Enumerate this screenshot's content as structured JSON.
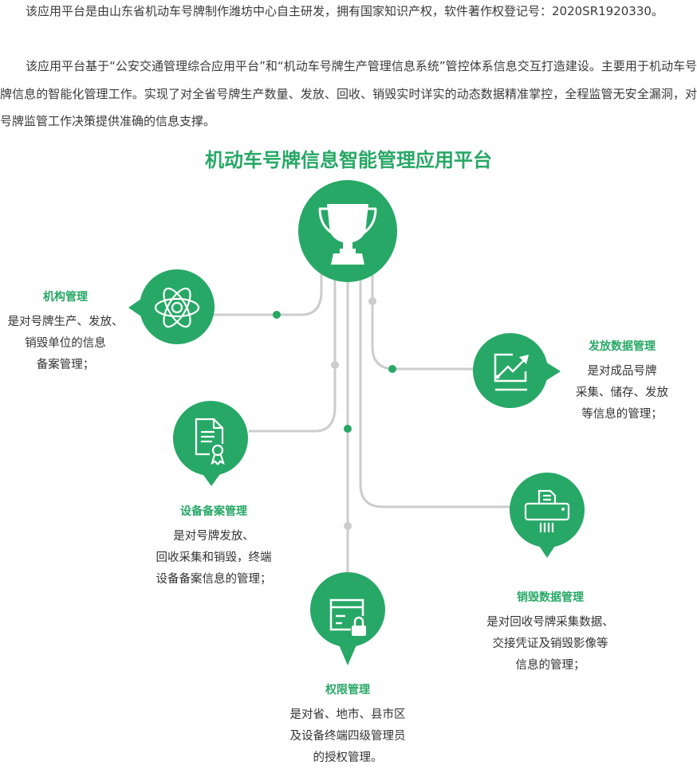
{
  "intro": {
    "paragraph1": "该应用平台是由山东省机动车号牌制作潍坊中心自主研发，拥有国家知识产权，软件著作权登记号：2020SR1920330。",
    "paragraph2": "该应用平台基于“公安交通管理综合应用平台”和“机动车号牌生产管理信息系统”管控体系信息交互打造建设。主要用于机动车号牌信息的智能化管理工作。实现了对全省号牌生产数量、发放、回收、销毁实时详实的动态数据精准掌控，全程监管无安全漏洞，对号牌监管工作决策提供准确的信息支撑。"
  },
  "title": "机动车号牌信息智能管理应用平台",
  "colors": {
    "accent": "#27a866",
    "line": "#cccccc"
  },
  "center_icon": "trophy-icon",
  "modules": [
    {
      "icon": "atom-icon",
      "title": "机构管理",
      "lines": [
        "是对号牌生产、发放、",
        "销毁单位的信息",
        "备案管理；"
      ]
    },
    {
      "icon": "chart-icon",
      "title": "发放数据管理",
      "lines": [
        "是对成品号牌",
        "采集、储存、发放",
        "等信息的管理；"
      ]
    },
    {
      "icon": "certificate-icon",
      "title": "设备备案管理",
      "lines": [
        "是对号牌发放、",
        "回收采集和销毁，终端",
        "设备备案信息的管理；"
      ]
    },
    {
      "icon": "shredder-icon",
      "title": "销毁数据管理",
      "lines": [
        "是对回收号牌采集数据、",
        "交接凭证及销毁影像等",
        "信息的管理；"
      ]
    },
    {
      "icon": "lock-form-icon",
      "title": "权限管理",
      "lines": [
        "是对省、地市、县市区",
        "及设备终端四级管理员",
        "的授权管理。"
      ]
    }
  ]
}
